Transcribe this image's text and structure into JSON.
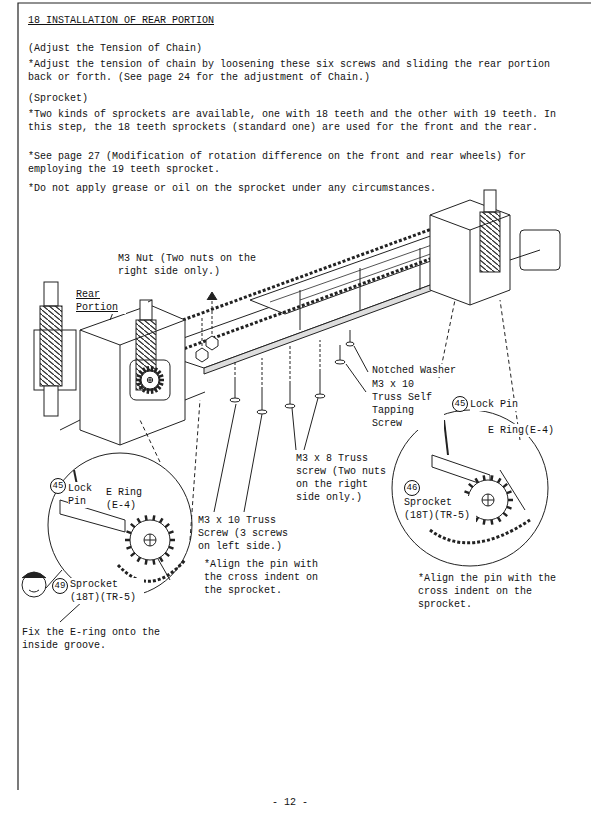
{
  "diagram": {
    "title": "18 INSTALLATION OF REAR PORTION",
    "labels": [
      "(Adjust the Tension of Chain)",
      "*Adjust the tension of chain by loosening these six screws and sliding the rear portion back or forth. (See page 24 for the adjustment of Chain.)",
      "(Sprocket)",
      "*Two kinds of sprockets are available, one with 18 teeth and the other with 19 teeth. In this step, the 18 teeth sprockets (standard one) are used for the front and the rear.",
      "*See page 27 (Modification of rotation difference on the front and rear wheels) for employing the 19 teeth sprocket.",
      "*Do not apply grease or oil on the sprocket under any circumstances.",
      "M3 Nut (Two nuts on the right side only.)",
      "Rear Portion",
      "Notched Washer",
      "M3 x 10 Truss Self Tapping Screw",
      "45",
      "Lock Pin",
      "E Ring(E-4)",
      "46",
      "Sprocket (18T)(TR-5)",
      "M3 x 10 Truss Screw (3 screws on left side.)",
      "M3 x 8 Truss screw (Two nuts on the right side only.)",
      "*Align the pin with the cross indent on the sprocket.",
      "*Align the pin with the cross indent on the sprocket.",
      "45",
      "Lock Pin",
      "E Ring (E-4)",
      "49",
      "Sprocket (18T)(TR-5)",
      "Fix the E-ring onto the inside groove.",
      "- 12 -"
    ]
  }
}
